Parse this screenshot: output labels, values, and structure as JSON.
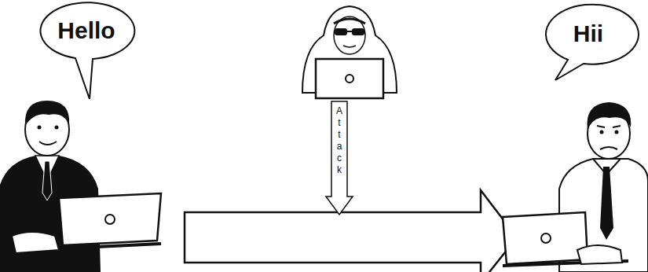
{
  "diagram": {
    "nodes": [
      {
        "text": [
          "Hello"
        ]
      },
      {
        "text": [
          "Attack"
        ]
      },
      {
        "text": [
          "Hii"
        ]
      }
    ]
  }
}
